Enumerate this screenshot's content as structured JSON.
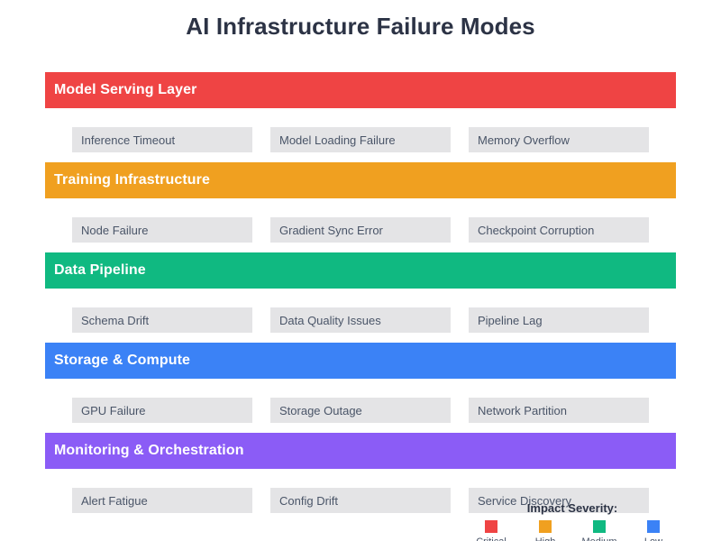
{
  "page": {
    "title": "AI Infrastructure Failure Modes"
  },
  "sections": [
    {
      "name": "Model Serving Layer",
      "color": "#ef4444",
      "items": [
        "Inference Timeout",
        "Model Loading Failure",
        "Memory Overflow"
      ]
    },
    {
      "name": "Training Infrastructure",
      "color": "#f0a020",
      "items": [
        "Node Failure",
        "Gradient Sync Error",
        "Checkpoint Corruption"
      ]
    },
    {
      "name": "Data Pipeline",
      "color": "#10b981",
      "items": [
        "Schema Drift",
        "Data Quality Issues",
        "Pipeline Lag"
      ]
    },
    {
      "name": "Storage & Compute",
      "color": "#3b82f6",
      "items": [
        "GPU Failure",
        "Storage Outage",
        "Network Partition"
      ]
    },
    {
      "name": "Monitoring & Orchestration",
      "color": "#8b5cf6",
      "items": [
        "Alert Fatigue",
        "Config Drift",
        "Service Discovery"
      ]
    }
  ],
  "legend": {
    "title": "Impact Severity:",
    "entries": [
      {
        "label": "Critical",
        "color": "#ef4444"
      },
      {
        "label": "High",
        "color": "#f0a020"
      },
      {
        "label": "Medium",
        "color": "#10b981"
      },
      {
        "label": "Low",
        "color": "#3b82f6"
      }
    ]
  }
}
